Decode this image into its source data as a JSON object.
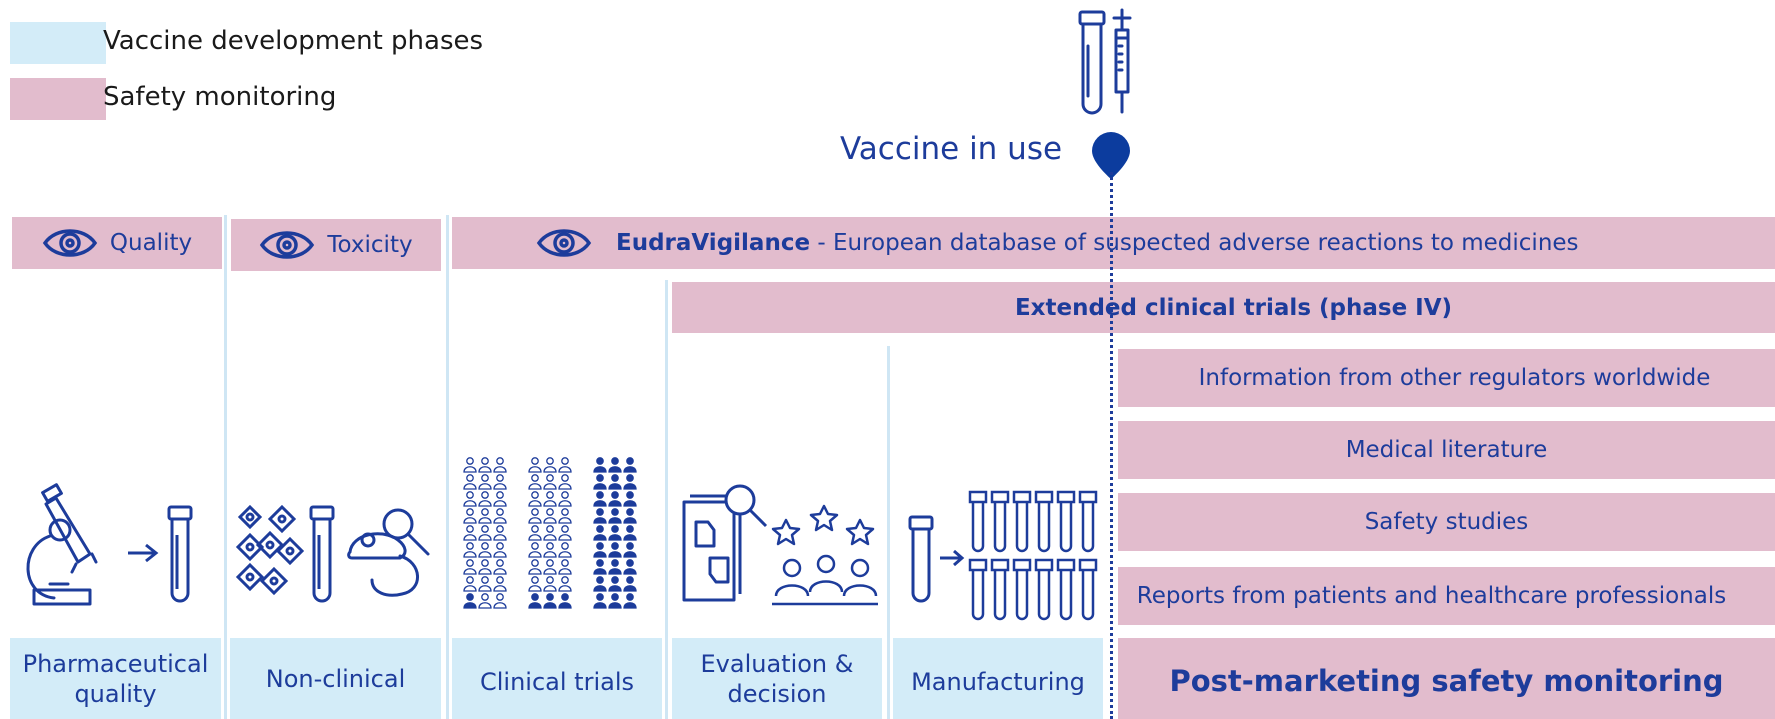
{
  "legend": {
    "items": [
      {
        "label": "Vaccine development phases",
        "color": "#d3ecf8"
      },
      {
        "label": "Safety monitoring",
        "color": "#e2bccd"
      }
    ]
  },
  "marker": {
    "label": "Vaccine in use"
  },
  "monitoring": {
    "quality": "Quality",
    "toxicity": "Toxicity",
    "eudra_bold": "EudraVigilance",
    "eudra_rest": " - European database of suspected adverse reactions to medicines",
    "extended": "Extended clinical trials (phase IV)",
    "regulators": "Information from other regulators worldwide",
    "literature": "Medical literature",
    "studies": "Safety studies",
    "reports": "Reports from patients and healthcare professionals"
  },
  "phases": {
    "pharma": "Pharmaceutical quality",
    "nonclinical": "Non-clinical",
    "clinical": "Clinical trials",
    "evaluation": "Evaluation & decision",
    "manufacturing": "Manufacturing",
    "postmarketing": "Post-marketing safety monitoring"
  },
  "icons": [
    "eye-icon",
    "microscope-icon",
    "test-tube-icon",
    "arrow-icon",
    "cells-icon",
    "mouse-icon",
    "people-icon",
    "document-icon",
    "magnifier-icon",
    "stars-icon",
    "syringe-icon",
    "location-pin-icon"
  ],
  "colors": {
    "primary": "#1d3c9b",
    "pink": "#e2bccd",
    "light_blue": "#d3ecf8",
    "pin": "#0c3c9e"
  }
}
